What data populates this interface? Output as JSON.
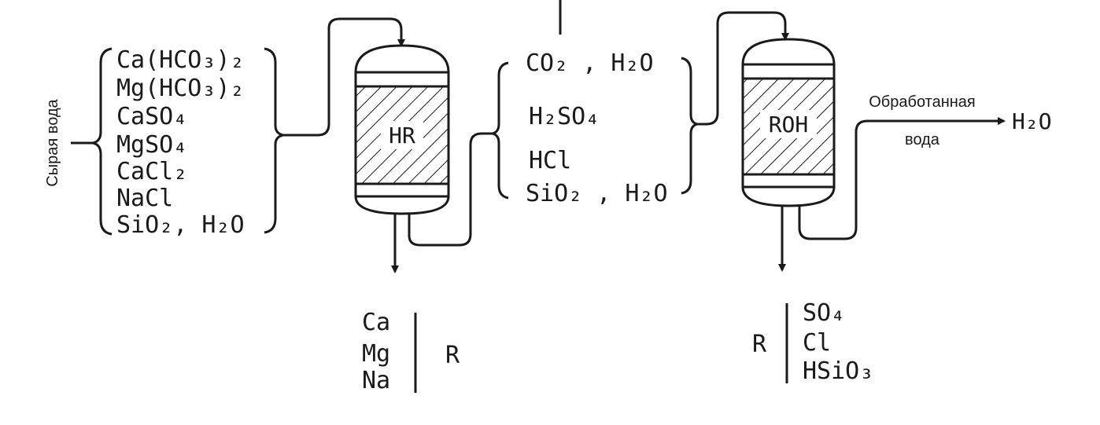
{
  "raw_water_label": "Сырая вода",
  "inputs": [
    {
      "name": "ca-hco3",
      "text": "Ca(HCO₃)₂"
    },
    {
      "name": "mg-hco3",
      "text": "Mg(HCO₃)₂"
    },
    {
      "name": "caso4",
      "text": "CaSO₄"
    },
    {
      "name": "mgso4",
      "text": "MgSO₄"
    },
    {
      "name": "cacl2",
      "text": "CaCl₂"
    },
    {
      "name": "nacl",
      "text": "NaCl"
    },
    {
      "name": "sio2-h2o",
      "text": "SiO₂, H₂O"
    }
  ],
  "cation_filter": {
    "label": "HR"
  },
  "intermediate": [
    {
      "name": "co2-h2o",
      "text": "CO₂ , H₂O"
    },
    {
      "name": "h2so4",
      "text": "H₂SO₄"
    },
    {
      "name": "hcl",
      "text": "HCl"
    },
    {
      "name": "sio2-h2o-2",
      "text": "SiO₂ , H₂O"
    }
  ],
  "anion_filter": {
    "label": "ROH"
  },
  "treated_water": {
    "line1": "Обработанная",
    "line2": "вода",
    "product": "H₂O"
  },
  "cation_retained": {
    "ions": [
      "Ca",
      "Mg",
      "Na"
    ],
    "resin": "R"
  },
  "anion_retained": {
    "resin": "R",
    "ions": [
      "SO₄",
      "Cl",
      "HSiO₃"
    ]
  }
}
